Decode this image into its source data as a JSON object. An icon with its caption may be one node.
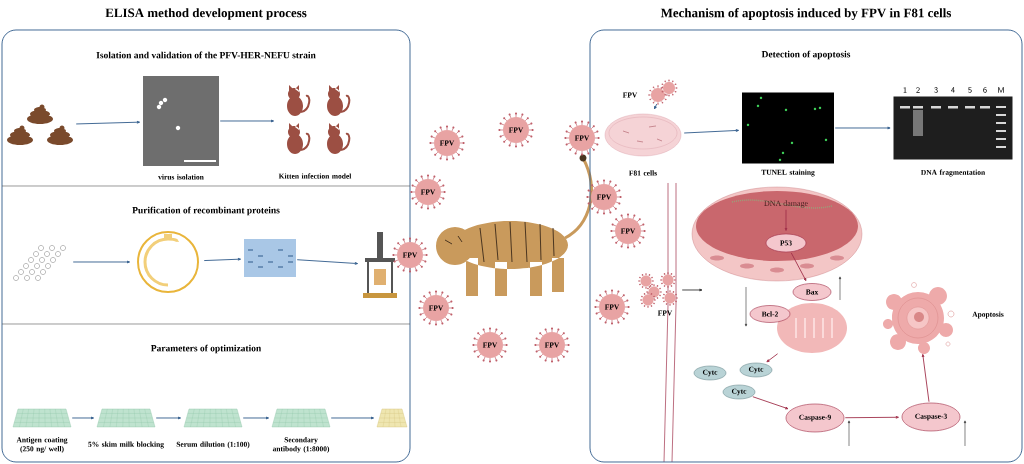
{
  "diagram": {
    "nodes": [
      {
        "text": [
          "ELISA method development process"
        ]
      },
      {
        "text": [
          "Isolation and validation of the PFV-HER-NEFU strain"
        ],
        "in": 0
      },
      {
        "text": [],
        "shape": "picture",
        "in": 0
      },
      {
        "text": [],
        "shape": "picture",
        "in": 0,
        "beside": [
          "virus isolation"
        ]
      },
      {
        "text": [],
        "shape": "picture",
        "in": 0,
        "beside": [
          "Kitten infection model"
        ]
      },
      {
        "text": [
          "Purification of recombinant proteins"
        ],
        "in": 0
      },
      {
        "text": [],
        "shape": "picture",
        "in": 0
      },
      {
        "text": [],
        "shape": "picture",
        "in": 0
      },
      {
        "text": [],
        "shape": "picture",
        "in": 0
      },
      {
        "text": [],
        "shape": "picture",
        "in": 0
      },
      {
        "text": [
          "Parameters of optimization"
        ],
        "in": 0
      },
      {
        "text": [],
        "shape": "box",
        "in": 0,
        "beside": [
          "Antigen coating (250 ng/ well)"
        ]
      },
      {
        "text": [],
        "shape": "box",
        "in": 0,
        "beside": [
          "5% skim milk blocking"
        ]
      },
      {
        "text": [],
        "shape": "box",
        "in": 0,
        "beside": [
          "Serum dilution (1:100)"
        ]
      },
      {
        "text": [],
        "shape": "box",
        "in": 0,
        "beside": [
          "Secondary antibody (1:8000)"
        ]
      },
      {
        "text": [],
        "shape": "box",
        "in": 0
      },
      {
        "text": [
          "Mechanism of apoptosis induced by FPV in F81 cells"
        ]
      },
      {
        "text": [
          "Detection of apoptosis"
        ],
        "in": 16
      },
      {
        "text": [],
        "shape": "picture",
        "in": 16,
        "beside": [
          "FPV"
        ]
      },
      {
        "text": [],
        "shape": "picture",
        "in": 16,
        "beside": [
          "F81 cells"
        ]
      },
      {
        "text": [],
        "shape": "picture",
        "in": 16,
        "beside": [
          "TUNEL staining"
        ]
      },
      {
        "text": [],
        "shape": "picture",
        "in": 16,
        "beside": [
          "DNA fragmentation"
        ]
      },
      {
        "text": [],
        "shape": "picture",
        "in": 16
      },
      {
        "text": [
          "DNA damage"
        ],
        "in": 22
      },
      {
        "text": [
          "P53"
        ],
        "in": 22
      },
      {
        "text": [],
        "shape": "picture",
        "in": 16
      },
      {
        "text": [
          "Bax"
        ],
        "in": 16
      },
      {
        "text": [
          "Bcl-2"
        ],
        "in": 16
      },
      {
        "text": [
          "Cytc"
        ],
        "in": 16
      },
      {
        "text": [
          "Cytc"
        ],
        "in": 16
      },
      {
        "text": [
          "Cytc"
        ],
        "in": 16
      },
      {
        "text": [
          "Caspase-9"
        ],
        "in": 16
      },
      {
        "text": [
          "Caspase-3"
        ],
        "in": 16
      },
      {
        "text": [],
        "shape": "picture",
        "in": 16,
        "beside": [
          "Apoptosis"
        ]
      },
      {
        "text": [],
        "shape": "picture",
        "in": 16,
        "beside": [
          "FPV"
        ]
      },
      {
        "text": [
          "FPV"
        ]
      },
      {
        "text": [
          "FPV"
        ]
      },
      {
        "text": [
          "FPV"
        ]
      },
      {
        "text": [
          "FPV"
        ]
      },
      {
        "text": [
          "FPV"
        ]
      },
      {
        "text": [
          "FPV"
        ]
      },
      {
        "text": [
          "FPV"
        ]
      },
      {
        "text": [
          "FPV"
        ]
      },
      {
        "text": [
          "FPV"
        ],
        "in": 16
      },
      {
        "text": [
          "FPV"
        ],
        "in": 16
      },
      {
        "text": [
          "FPV"
        ],
        "in": 16
      }
    ],
    "edges": [
      {
        "from": 2,
        "to": 3,
        "arrow": "to"
      },
      {
        "from": 3,
        "to": 4,
        "arrow": "to"
      },
      {
        "from": 6,
        "to": 7,
        "arrow": "to"
      },
      {
        "from": 7,
        "to": 8,
        "arrow": "to"
      },
      {
        "from": 8,
        "to": 9,
        "arrow": "to"
      },
      {
        "from": 11,
        "to": 12,
        "arrow": "to"
      },
      {
        "from": 12,
        "to": 13,
        "arrow": "to"
      },
      {
        "from": 13,
        "to": 14,
        "arrow": "to"
      },
      {
        "from": 14,
        "to": 15,
        "arrow": "to"
      },
      {
        "from": 18,
        "to": 19,
        "arrow": "to"
      },
      {
        "from": 19,
        "to": 20,
        "arrow": "to"
      },
      {
        "from": 20,
        "to": 21,
        "arrow": "to"
      },
      {
        "from": 23,
        "to": 24,
        "arrow": "to",
        "color": "#a0304a"
      },
      {
        "from": 24,
        "to": 26,
        "arrow": "to",
        "color": "#a0304a"
      },
      {
        "from": 25,
        "to": 29,
        "arrow": "to",
        "color": "#a0304a"
      },
      {
        "from": 30,
        "to": 31,
        "arrow": "to",
        "color": "#a0304a"
      },
      {
        "from": 31,
        "to": 32,
        "arrow": "to",
        "color": "#a0304a"
      },
      {
        "from": 32,
        "to": 33,
        "arrow": "to",
        "color": "#a0304a"
      },
      {
        "from": 34,
        "to": null,
        "arrow": "to",
        "color": "#333333"
      }
    ],
    "labels": [
      "1",
      "2",
      "3",
      "4",
      "5",
      "6",
      "M"
    ]
  }
}
